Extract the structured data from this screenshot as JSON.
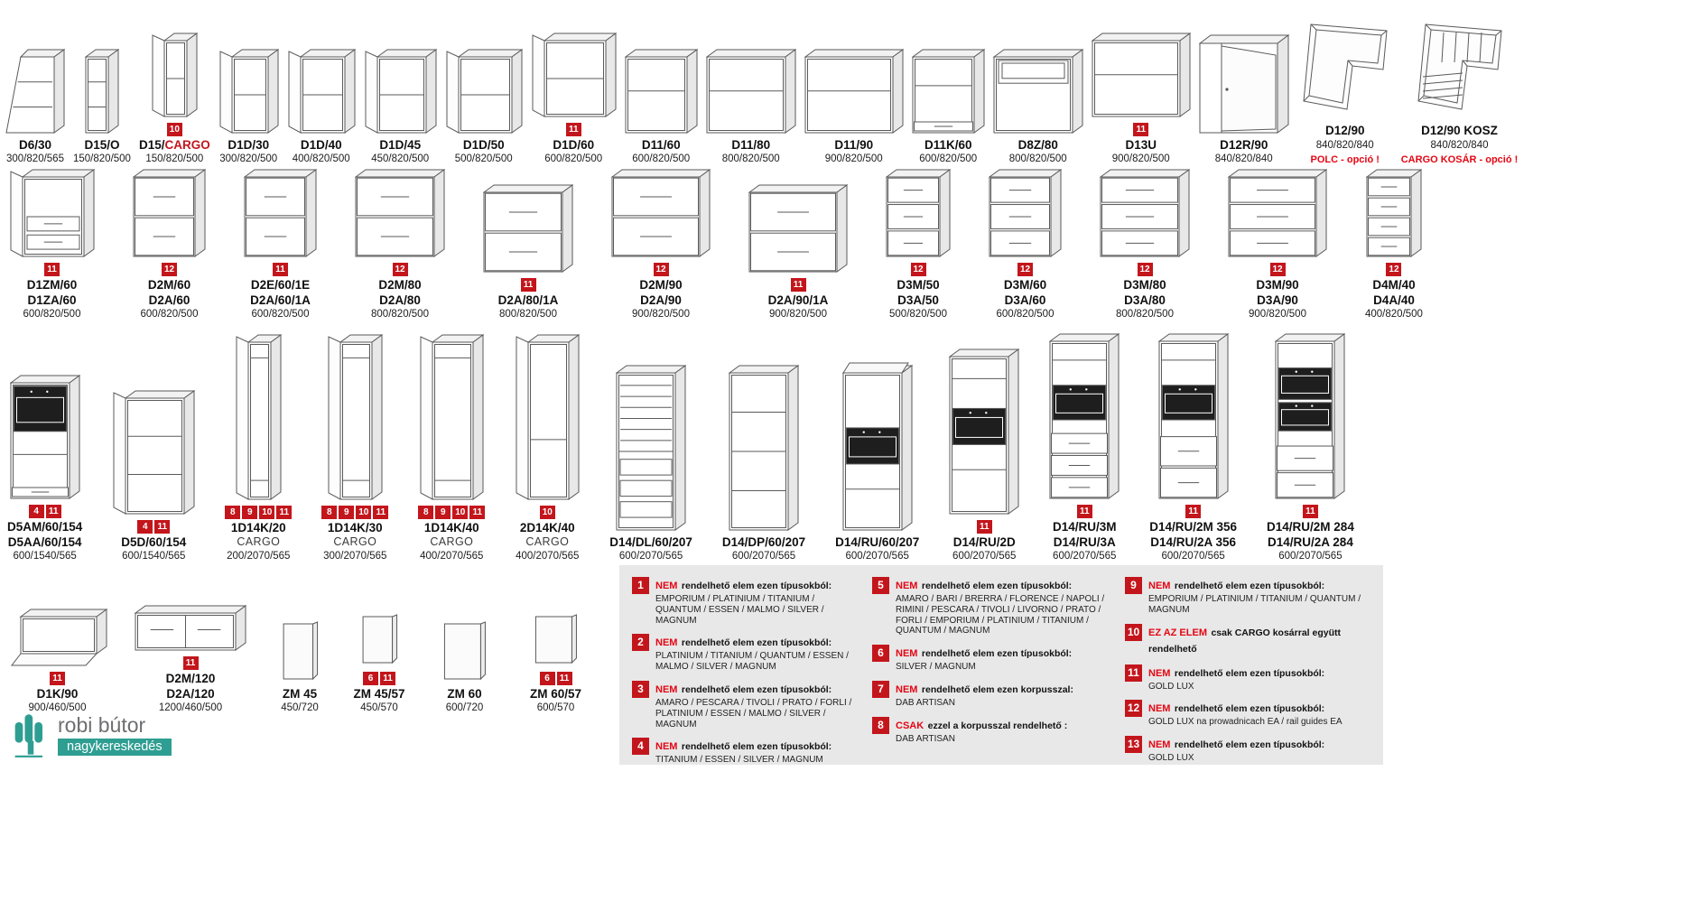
{
  "logo": {
    "name": "robi bútor",
    "sub": "nagykereskedés"
  },
  "rows": [
    {
      "items": [
        {
          "code": [
            "D6/30"
          ],
          "dims": "300/820/565",
          "icon": "corner-open-shelf",
          "badges": []
        },
        {
          "code": [
            "D15/O"
          ],
          "dims": "150/820/500",
          "icon": "open-shelf-narrow",
          "badges": []
        },
        {
          "code_parts": [
            {
              "t": "D15/",
              "red": false
            },
            {
              "t": "CARGO",
              "red": true
            }
          ],
          "dims": "150/820/500",
          "icon": "cargo-pullout",
          "badges": [
            "10"
          ]
        },
        {
          "code": [
            "D1D/30"
          ],
          "dims": "300/820/500",
          "icon": "door-cabinet",
          "badges": []
        },
        {
          "code": [
            "D1D/40"
          ],
          "dims": "400/820/500",
          "icon": "door-cabinet",
          "badges": []
        },
        {
          "code": [
            "D1D/45"
          ],
          "dims": "450/820/500",
          "icon": "door-cabinet",
          "badges": []
        },
        {
          "code": [
            "D1D/50"
          ],
          "dims": "500/820/500",
          "icon": "door-cabinet",
          "badges": []
        },
        {
          "code": [
            "D1D/60"
          ],
          "dims": "600/820/500",
          "icon": "door-cabinet",
          "badges": [
            "11"
          ]
        },
        {
          "code": [
            "D11/60"
          ],
          "dims": "600/820/500",
          "icon": "open-base",
          "badges": []
        },
        {
          "code": [
            "D11/80"
          ],
          "dims": "800/820/500",
          "icon": "open-base",
          "badges": []
        },
        {
          "code": [
            "D11/90"
          ],
          "dims": "900/820/500",
          "icon": "open-base",
          "badges": []
        },
        {
          "code": [
            "D11K/60"
          ],
          "dims": "600/820/500",
          "icon": "open-base-drawer",
          "badges": []
        },
        {
          "code": [
            "D8Z/80"
          ],
          "dims": "800/820/500",
          "icon": "sink-base",
          "badges": []
        },
        {
          "code": [
            "D13U"
          ],
          "dims": "900/820/500",
          "icon": "open-base-wide",
          "badges": [
            "11"
          ]
        },
        {
          "code": [
            "D12R/90"
          ],
          "dims": "840/820/840",
          "icon": "corner-door",
          "badges": []
        },
        {
          "code": [
            "D12/90"
          ],
          "dims": "840/820/840",
          "icon": "corner-top",
          "badges": [],
          "note": "POLC - opció !"
        },
        {
          "code": [
            "D12/90 KOSZ"
          ],
          "dims": "840/820/840",
          "icon": "corner-basket",
          "badges": [],
          "note": "CARGO KOSÁR - opció !"
        }
      ]
    },
    {
      "items": [
        {
          "code": [
            "D1ZM/60",
            "D1ZA/60"
          ],
          "dims": "600/820/500",
          "icon": "door-internal-drawers",
          "badges": [
            "11"
          ]
        },
        {
          "code": [
            "D2M/60",
            "D2A/60"
          ],
          "dims": "600/820/500",
          "icon": "drawers-2",
          "badges": [
            "12"
          ]
        },
        {
          "code": [
            "D2E/60/1E",
            "D2A/60/1A"
          ],
          "dims": "600/820/500",
          "icon": "drawers-2",
          "badges": [
            "11"
          ]
        },
        {
          "code": [
            "D2M/80",
            "D2A/80"
          ],
          "dims": "800/820/500",
          "icon": "drawers-2",
          "badges": [
            "12"
          ]
        },
        {
          "code": [
            "D2A/80/1A"
          ],
          "dims": "800/820/500",
          "icon": "drawers-2",
          "badges": [
            "11"
          ]
        },
        {
          "code": [
            "D2M/90",
            "D2A/90"
          ],
          "dims": "900/820/500",
          "icon": "drawers-2",
          "badges": [
            "12"
          ]
        },
        {
          "code": [
            "D2A/90/1A"
          ],
          "dims": "900/820/500",
          "icon": "drawers-2",
          "badges": [
            "11"
          ]
        },
        {
          "code": [
            "D3M/50",
            "D3A/50"
          ],
          "dims": "500/820/500",
          "icon": "drawers-3",
          "badges": [
            "12"
          ]
        },
        {
          "code": [
            "D3M/60",
            "D3A/60"
          ],
          "dims": "600/820/500",
          "icon": "drawers-3",
          "badges": [
            "12"
          ]
        },
        {
          "code": [
            "D3M/80",
            "D3A/80"
          ],
          "dims": "800/820/500",
          "icon": "drawers-3",
          "badges": [
            "12"
          ]
        },
        {
          "code": [
            "D3M/90",
            "D3A/90"
          ],
          "dims": "900/820/500",
          "icon": "drawers-3",
          "badges": [
            "12"
          ]
        },
        {
          "code": [
            "D4M/40",
            "D4A/40"
          ],
          "dims": "400/820/500",
          "icon": "drawers-4",
          "badges": [
            "12"
          ]
        }
      ]
    },
    {
      "items": [
        {
          "code": [
            "D5AM/60/154",
            "D5AA/60/154"
          ],
          "dims": "600/1540/565",
          "icon": "oven-housing-low",
          "badges": [
            "4",
            "11"
          ]
        },
        {
          "code": [
            "D5D/60/154"
          ],
          "dims": "600/1540/565",
          "icon": "tall-door",
          "badges": [
            "4",
            "11"
          ]
        },
        {
          "code": [
            "1D14K/20"
          ],
          "sub": "CARGO",
          "dims": "200/2070/565",
          "icon": "tall-cargo",
          "badges": [
            "8",
            "9",
            "10",
            "11"
          ]
        },
        {
          "code": [
            "1D14K/30"
          ],
          "sub": "CARGO",
          "dims": "300/2070/565",
          "icon": "tall-cargo",
          "badges": [
            "8",
            "9",
            "10",
            "11"
          ]
        },
        {
          "code": [
            "1D14K/40"
          ],
          "sub": "CARGO",
          "dims": "400/2070/565",
          "icon": "tall-cargo",
          "badges": [
            "8",
            "9",
            "10",
            "11"
          ]
        },
        {
          "code": [
            "2D14K/40"
          ],
          "sub": "CARGO",
          "dims": "400/2070/565",
          "icon": "tall-cargo-2door",
          "badges": [
            "10"
          ]
        },
        {
          "code": [
            "D14/DL/60/207"
          ],
          "dims": "600/2070/565",
          "icon": "fridge-housing",
          "badges": []
        },
        {
          "code": [
            "D14/DP/60/207"
          ],
          "dims": "600/2070/565",
          "icon": "tall-plain",
          "badges": []
        },
        {
          "code": [
            "D14/RU/60/207"
          ],
          "dims": "600/2070/565",
          "icon": "oven-tall-flap",
          "badges": []
        },
        {
          "code": [
            "D14/RU/2D"
          ],
          "dims": "600/2070/565",
          "icon": "oven-tall",
          "badges": [
            "11"
          ]
        },
        {
          "code": [
            "D14/RU/3M",
            "D14/RU/3A"
          ],
          "dims": "600/2070/565",
          "icon": "oven-3drawer",
          "badges": [
            "11"
          ]
        },
        {
          "code": [
            "D14/RU/2M 356",
            "D14/RU/2A 356"
          ],
          "dims": "600/2070/565",
          "icon": "oven-2drawer",
          "badges": [
            "11"
          ]
        },
        {
          "code": [
            "D14/RU/2M 284",
            "D14/RU/2A 284"
          ],
          "dims": "600/2070/565",
          "icon": "double-oven",
          "badges": [
            "11"
          ]
        }
      ]
    },
    {
      "items": [
        {
          "code": [
            "D1K/90"
          ],
          "dims": "900/460/500",
          "icon": "flip-up",
          "badges": [
            "11"
          ]
        },
        {
          "code": [
            "D2M/120",
            "D2A/120"
          ],
          "dims": "1200/460/500",
          "icon": "drawers-wide-2",
          "badges": [
            "11"
          ]
        },
        {
          "code": [
            "ZM 45"
          ],
          "dims": "450/720",
          "icon": "end-panel",
          "badges": []
        },
        {
          "code": [
            "ZM 45/57"
          ],
          "dims": "450/570",
          "icon": "end-panel",
          "badges": [
            "6",
            "11"
          ]
        },
        {
          "code": [
            "ZM 60"
          ],
          "dims": "600/720",
          "icon": "end-panel",
          "badges": []
        },
        {
          "code": [
            "ZM 60/57"
          ],
          "dims": "600/570",
          "icon": "end-panel",
          "badges": [
            "6",
            "11"
          ]
        }
      ]
    }
  ],
  "legend": {
    "columns": [
      [
        {
          "num": "1",
          "lead": "NEM",
          "bold": "rendelhető elem ezen típusokból:",
          "detail": "EMPORIUM / PLATINIUM / TITANIUM / QUANTUM / ESSEN / MALMO / SILVER / MAGNUM"
        },
        {
          "num": "2",
          "lead": "NEM",
          "bold": "rendelhető elem ezen típusokból:",
          "detail": "PLATINIUM / TITANIUM / QUANTUM / ESSEN / MALMO / SILVER / MAGNUM"
        },
        {
          "num": "3",
          "lead": "NEM",
          "bold": "rendelhető elem ezen típusokból:",
          "detail": "AMARO / PESCARA / TIVOLI / PRATO / FORLI / PLATINIUM / ESSEN / MALMO / SILVER / MAGNUM"
        },
        {
          "num": "4",
          "lead": "NEM",
          "bold": "rendelhető elem ezen típusokból:",
          "detail": "TITANIUM /  ESSEN / SILVER / MAGNUM"
        }
      ],
      [
        {
          "num": "5",
          "lead": "NEM",
          "bold": "rendelhető elem ezen típusokból:",
          "detail": "AMARO / BARI / BRERRA / FLORENCE / NAPOLI / RIMINI / PESCARA / TIVOLI / LIVORNO / PRATO / FORLI / EMPORIUM / PLATINIUM / TITANIUM / QUANTUM / MAGNUM"
        },
        {
          "num": "6",
          "lead": "NEM",
          "bold": "rendelhető elem ezen típusokból:",
          "detail": "SILVER / MAGNUM"
        },
        {
          "num": "7",
          "lead": "NEM",
          "bold": "rendelhető elem ezen korpusszal:",
          "detail": "DAB ARTISAN"
        },
        {
          "num": "8",
          "lead": "CSAK",
          "bold": "ezzel a korpusszal rendelhető :",
          "detail": "DAB ARTISAN"
        }
      ],
      [
        {
          "num": "9",
          "lead": "NEM",
          "bold": "rendelhető elem ezen típusokból:",
          "detail": "EMPORIUM / PLATINIUM / TITANIUM / QUANTUM / MAGNUM"
        },
        {
          "num": "10",
          "lead": "EZ AZ ELEM",
          "bold": "csak CARGO kosárral  együtt rendelhető",
          "detail": ""
        },
        {
          "num": "11",
          "lead": "NEM",
          "bold": "rendelhető elem ezen típusokból:",
          "detail": "GOLD LUX"
        },
        {
          "num": "12",
          "lead": "NEM",
          "bold": "rendelhető elem ezen típusokból:",
          "detail": "GOLD LUX na prowadnicach EA / rail guides EA"
        },
        {
          "num": "13",
          "lead": "NEM",
          "bold": "rendelhető elem ezen típusokból:",
          "detail": "GOLD LUX"
        }
      ]
    ]
  }
}
